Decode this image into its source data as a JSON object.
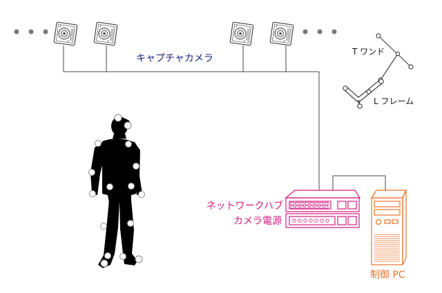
{
  "labels": {
    "cameras": "キャプチャカメラ",
    "t_wand": "T ワンド",
    "l_frame": "L フレーム",
    "network_hub": "ネットワークハブ",
    "camera_power": "カメラ電源",
    "control_pc": "制御 PC"
  },
  "colors": {
    "line": "#444444",
    "camera_label": "#1a237e",
    "hub": "#d6197f",
    "pc": "#e8732a",
    "silhouette": "#000000",
    "marker": "#ffffff"
  },
  "icons": [
    "camera-icon",
    "ellipsis-dots",
    "t-wand-icon",
    "l-frame-icon",
    "network-hub-icon",
    "camera-power-icon",
    "control-pc-icon",
    "person-silhouette",
    "marker-dot"
  ]
}
